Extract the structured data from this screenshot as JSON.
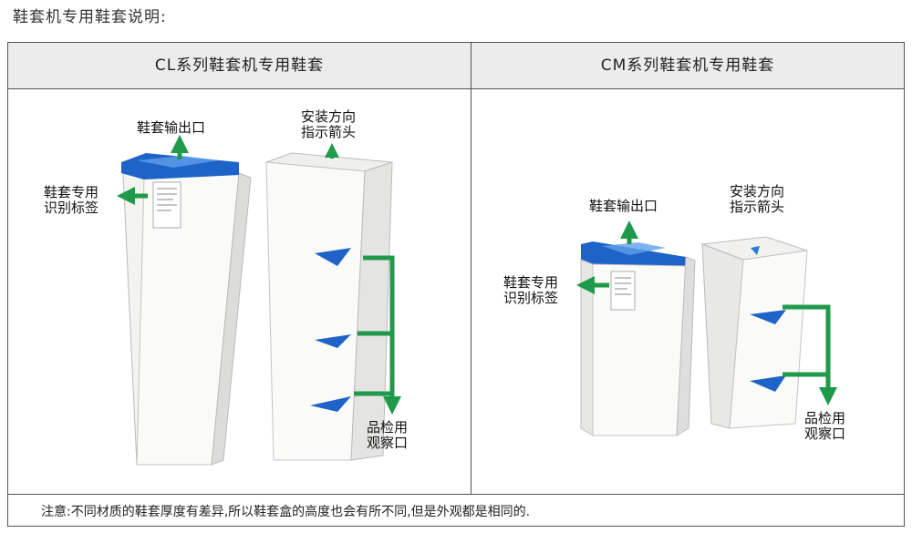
{
  "page_title": "鞋套机专用鞋套说明:",
  "columns": {
    "left_header": "CL系列鞋套机专用鞋套",
    "right_header": "CM系列鞋套机专用鞋套"
  },
  "labels": {
    "outlet": "鞋套输出口",
    "id_label_line1": "鞋套专用",
    "id_label_line2": "识别标签",
    "install_line1": "安装方向",
    "install_line2": "指示箭头",
    "inspect_line1": "品检用",
    "inspect_line2": "观察口"
  },
  "note": "注意:不同材质的鞋套厚度有差异,所以鞋套盒的高度也会有所不同,但是外观都是相同的.",
  "colors": {
    "arrow_green": "#1f9a4a",
    "shoe_cover_blue": "#1e63c8",
    "box_white": "#f6f6f4",
    "header_gray": "#ececec"
  }
}
